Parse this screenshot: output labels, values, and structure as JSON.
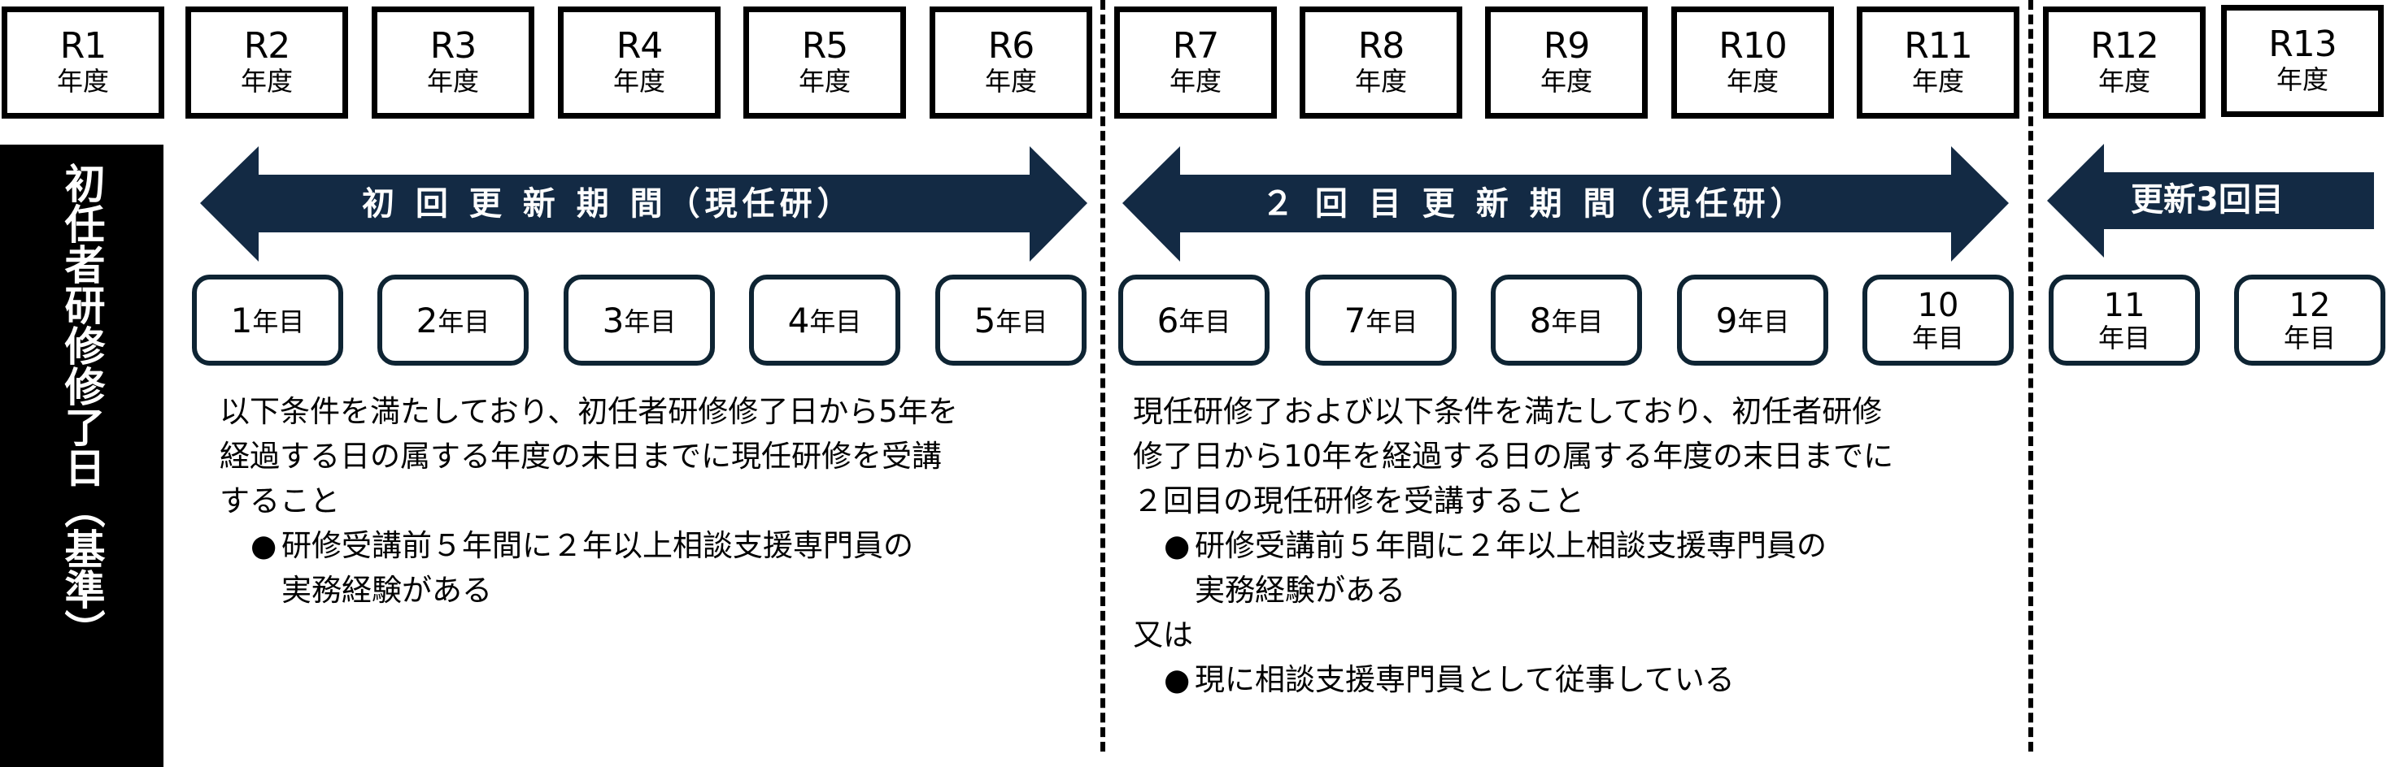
{
  "fiscal_years": [
    {
      "label": "R1",
      "unit": "年度"
    },
    {
      "label": "R2",
      "unit": "年度"
    },
    {
      "label": "R3",
      "unit": "年度"
    },
    {
      "label": "R4",
      "unit": "年度"
    },
    {
      "label": "R5",
      "unit": "年度"
    },
    {
      "label": "R6",
      "unit": "年度"
    },
    {
      "label": "R7",
      "unit": "年度"
    },
    {
      "label": "R8",
      "unit": "年度"
    },
    {
      "label": "R9",
      "unit": "年度"
    },
    {
      "label": "R10",
      "unit": "年度"
    },
    {
      "label": "R11",
      "unit": "年度"
    },
    {
      "label": "R12",
      "unit": "年度"
    },
    {
      "label": "R13",
      "unit": "年度"
    }
  ],
  "sidebar": {
    "label": "初任者研修修了日（基準）"
  },
  "periods": [
    {
      "label": "初 回 更 新 期 間（現任研）",
      "direction": "both",
      "color": "#132a44"
    },
    {
      "label": "２ 回 目 更 新 期 間（現任研）",
      "direction": "both",
      "color": "#132a44"
    },
    {
      "label": "更新3回目",
      "direction": "left",
      "color": "#132a44"
    }
  ],
  "years": [
    {
      "num": "1",
      "unit": "年目"
    },
    {
      "num": "2",
      "unit": "年目"
    },
    {
      "num": "3",
      "unit": "年目"
    },
    {
      "num": "4",
      "unit": "年目"
    },
    {
      "num": "5",
      "unit": "年目"
    },
    {
      "num": "6",
      "unit": "年目"
    },
    {
      "num": "7",
      "unit": "年目"
    },
    {
      "num": "8",
      "unit": "年目"
    },
    {
      "num": "9",
      "unit": "年目"
    },
    {
      "num": "10",
      "unit": "年目"
    },
    {
      "num": "11",
      "unit": "年目"
    },
    {
      "num": "12",
      "unit": "年目"
    }
  ],
  "conditions": {
    "first": {
      "lines": [
        "以下条件を満たしており、初任者研修修了日から5年を",
        "経過する日の属する年度の末日までに現任研修を受講",
        "すること"
      ],
      "bullet": "●",
      "bullet_text": "研修受講前５年間に２年以上相談支援専門員の",
      "bullet_cont": "実務経験がある"
    },
    "second": {
      "lines": [
        "現任研修了および以下条件を満たしており、初任者研修",
        "修了日から10年を経過する日の属する年度の末日までに",
        "２回目の現任研修を受講すること"
      ],
      "bullet": "●",
      "bullet1_text": "研修受講前５年間に２年以上相談支援専門員の",
      "bullet1_cont": "実務経験がある",
      "or_label": "又は",
      "bullet2_text": "現に相談支援専門員として従事している"
    }
  }
}
